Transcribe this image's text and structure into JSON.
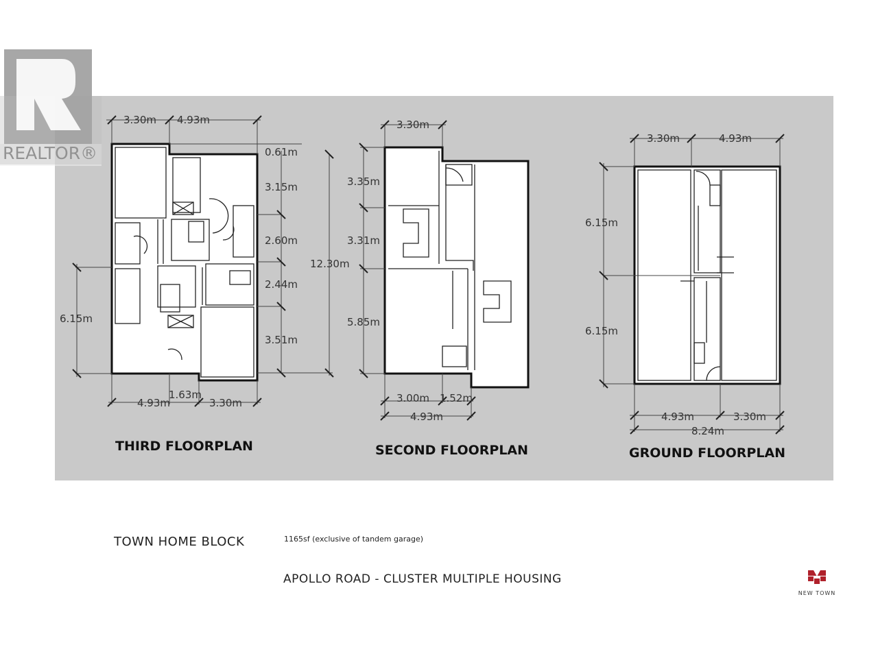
{
  "watermark": {
    "brand": "REALTOR®"
  },
  "plans": {
    "third": {
      "title": "THIRD FLOORPLAN",
      "top": [
        "3.30m",
        "4.93m"
      ],
      "right": [
        "0.61m",
        "3.15m",
        "2.60m",
        "2.44m",
        "3.51m"
      ],
      "overall": "12.30m",
      "left": "6.15m",
      "bottom": [
        "4.93m",
        "1.63m",
        "3.30m"
      ]
    },
    "second": {
      "title": "SECOND FLOORPLAN",
      "top": "3.30m",
      "left": [
        "3.35m",
        "3.31m",
        "5.85m"
      ],
      "bottom": [
        "3.00m",
        "1.52m",
        "4.93m"
      ]
    },
    "ground": {
      "title": "GROUND FLOORPLAN",
      "top": [
        "3.30m",
        "4.93m"
      ],
      "left": [
        "6.15m",
        "6.15m"
      ],
      "bottom": [
        "4.93m",
        "3.30m",
        "8.24m"
      ]
    }
  },
  "footer": {
    "block": "TOWN HOME BLOCK",
    "area": "1165sf (exclusive of tandem garage)",
    "project": "APOLLO ROAD - CLUSTER MULTIPLE HOUSING",
    "logo": "NEW TOWN",
    "logo_color": "#b0212b"
  }
}
